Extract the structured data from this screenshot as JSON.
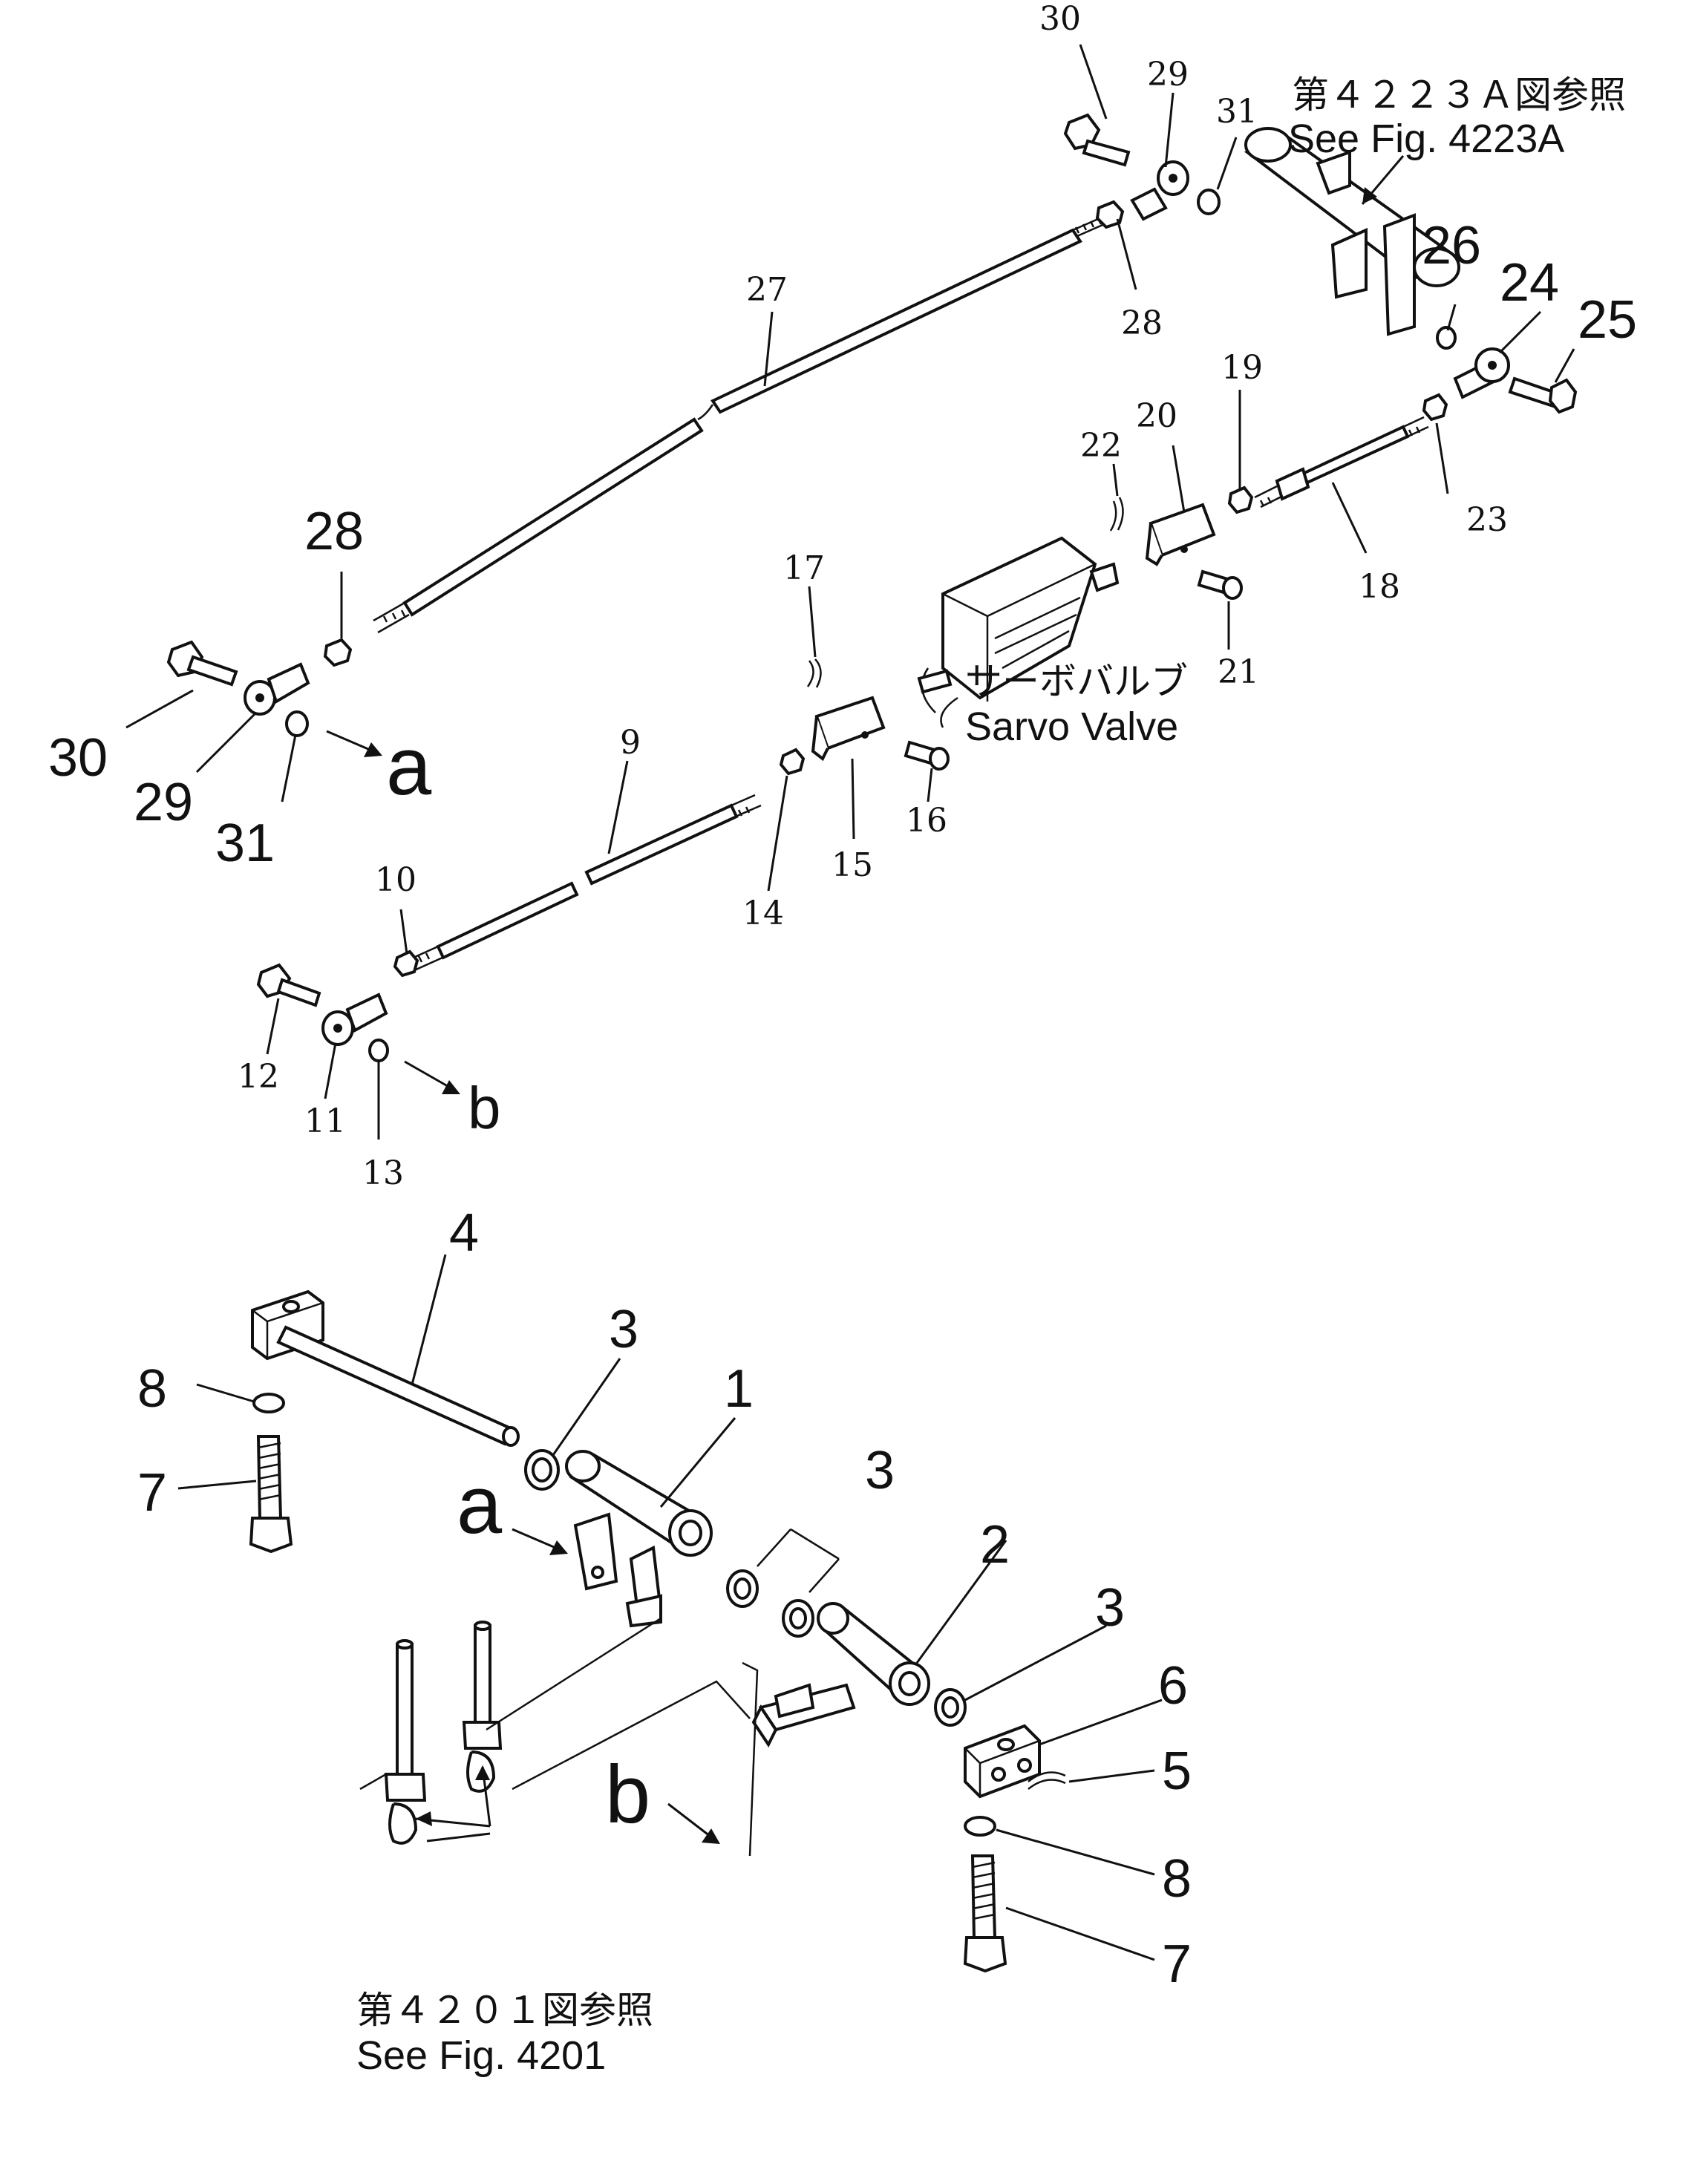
{
  "references": {
    "fig_4223a_jp": "第４２２３Ａ図参照",
    "fig_4223a_en": "See Fig. 4223A",
    "fig_4201_jp": "第４２０１図参照",
    "fig_4201_en": "See Fig. 4201",
    "servo_valve_jp": "サーボバルブ",
    "servo_valve_en": "Sarvo Valve"
  },
  "callouts": {
    "p30a": "30",
    "p29a": "29",
    "p31a": "31",
    "p26": "26",
    "p24": "24",
    "p25": "25",
    "p27": "27",
    "p28a": "28",
    "p19": "19",
    "p20": "20",
    "p22": "22",
    "p23": "23",
    "p18": "18",
    "p21": "21",
    "p28b": "28",
    "p30b": "30",
    "p29b": "29",
    "p31b": "31",
    "p17": "17",
    "p9": "9",
    "p16": "16",
    "p15": "15",
    "p14": "14",
    "p10": "10",
    "p12": "12",
    "p11": "11",
    "p13": "13",
    "p4": "4",
    "p3a": "3",
    "p1": "1",
    "p8a": "8",
    "p7a": "7",
    "p3b": "3",
    "p2": "2",
    "p3c": "3",
    "p6": "6",
    "p5": "5",
    "p8b": "8",
    "p7b": "7"
  },
  "connection_marks": {
    "a_top": "a",
    "b_top": "b",
    "a_bottom": "a",
    "b_bottom": "b"
  }
}
